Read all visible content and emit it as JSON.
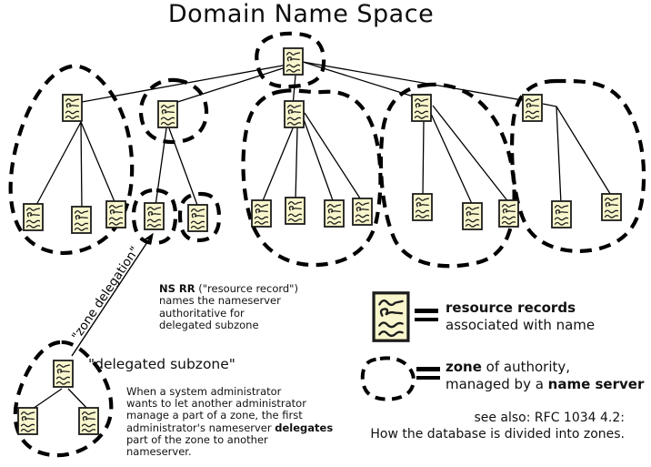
{
  "title": "Domain Name Space",
  "colors": {
    "background": "#ffffff",
    "node_fill": "#f9f6cd",
    "node_border": "#1c1c1c",
    "line": "#000000"
  },
  "annotations": {
    "zone_delegation_label": "\"zone delegation\"",
    "ns_note": {
      "bold": "NS RR",
      "rest": " (\"resource record\")",
      "line2": "names the nameserver",
      "line3": "authoritative for",
      "line4": "delegated subzone"
    },
    "delegated_subzone_label": "\"delegated subzone\"",
    "delegation_note": {
      "line1": "When a system administrator",
      "line2": "wants to let another administrator",
      "line3": "manage a part of a zone, the first",
      "line4_pre": "administrator's nameserver ",
      "line4_bold": "delegates",
      "line5": "part of the zone to another",
      "line6": "nameserver."
    }
  },
  "legend": {
    "resource_records": {
      "bold": "resource records",
      "rest": "associated with name"
    },
    "zone": {
      "bold1": "zone",
      "rest1": " of authority,",
      "rest2": "managed by a ",
      "bold2": "name server"
    }
  },
  "see_also": {
    "line1": "see also: RFC 1034 4.2:",
    "line2": "How the database is divided into zones."
  }
}
